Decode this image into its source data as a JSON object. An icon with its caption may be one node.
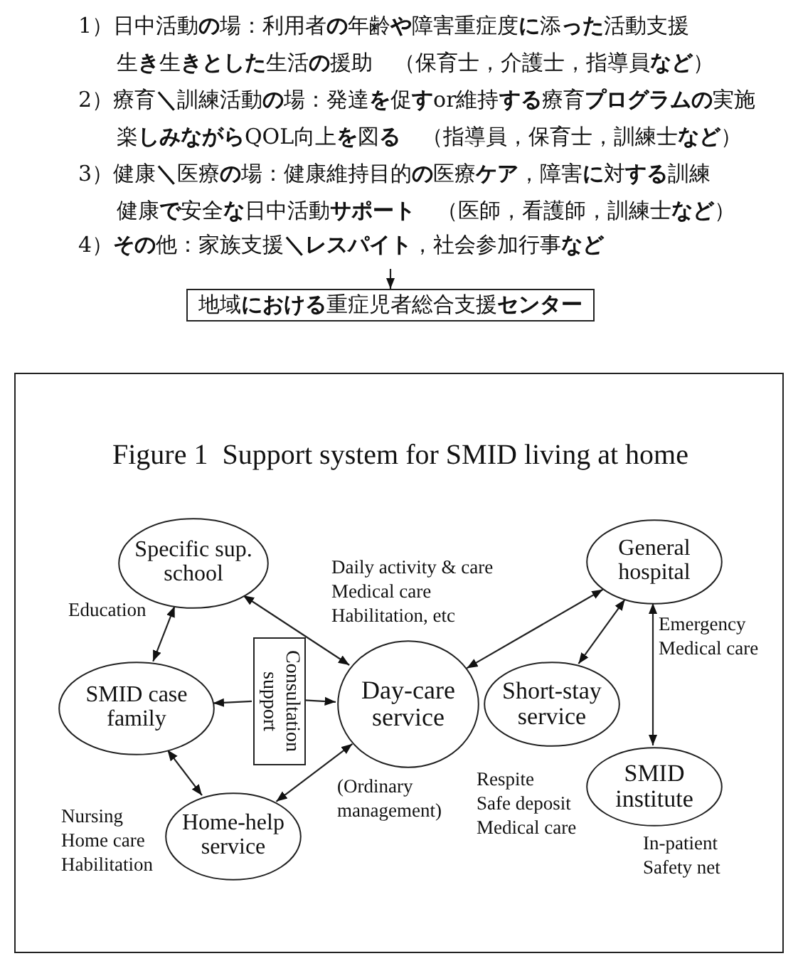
{
  "diagram": {
    "nodes": [
      {
        "text": [
          "地域**における**重症児者総合支援**センター**"
        ]
      },
      {
        "text": [
          "Figure 1  Support system for SMID living at home"
        ]
      },
      {
        "text": [
          "Specific sup. school"
        ],
        "in": 1,
        "beside": [
          "Education"
        ]
      },
      {
        "text": [
          "General hospital"
        ],
        "in": 1,
        "beside": [
          "Emergency",
          "Medical care"
        ]
      },
      {
        "text": [
          "Consultation support"
        ],
        "in": 1
      },
      {
        "text": [
          "SMID case family"
        ],
        "in": 1
      },
      {
        "text": [
          "Day-care service"
        ],
        "in": 1,
        "beside": [
          "Daily activity & care",
          "Medical care",
          "Habilitation, etc",
          "(Ordinary management)"
        ]
      },
      {
        "text": [
          "Short-stay service"
        ],
        "in": 1,
        "beside": [
          "Respite",
          "Safe deposit",
          "Medical care"
        ]
      },
      {
        "text": [
          "SMID institute"
        ],
        "in": 1,
        "beside": [
          "In-patient",
          "Safety net"
        ]
      },
      {
        "text": [
          "Home-help service"
        ],
        "in": 1,
        "beside": [
          "Nursing",
          "Home care",
          "Habilitation"
        ]
      }
    ],
    "edges": [
      {
        "from": null,
        "to": 0,
        "arrow": "to"
      },
      {
        "from": 2,
        "to": 5,
        "arrow": "both"
      },
      {
        "from": 2,
        "to": 6,
        "arrow": "both"
      },
      {
        "from": 4,
        "to": 5,
        "arrow": "to"
      },
      {
        "from": 4,
        "to": 6,
        "arrow": "to"
      },
      {
        "from": 6,
        "to": 3,
        "arrow": "both"
      },
      {
        "from": 7,
        "to": 3,
        "arrow": "both"
      },
      {
        "from": 3,
        "to": 8,
        "arrow": "both"
      },
      {
        "from": 5,
        "to": 9,
        "arrow": "both"
      },
      {
        "from": 9,
        "to": 6,
        "arrow": "both"
      }
    ],
    "labels": [
      "1）日中活動**の**場：利用者**の**年齢**や**障害重症度**に**添**った**活動支援",
      "生**き**生**きとした**生活**の**援助　（保育士，介護士，指導員**など**）",
      "2）療育**＼**訓練活動**の**場：発達**を**促**す**or維持**する**療育**プログラムの**実施",
      "楽**しみながら**QOL向上**を**図**る**　（指導員，保育士，訓練士**など**）",
      "3）健康**＼**医療**の**場：健康維持目的**の**医療**ケア**，障害**に**対**する**訓練",
      "健康**で**安全**な**日中活動**サポート**　（医師，看護師，訓練士**など**）",
      "4）**その**他：家族支援**＼レスパイト**，社会参加行事**など**"
    ]
  }
}
